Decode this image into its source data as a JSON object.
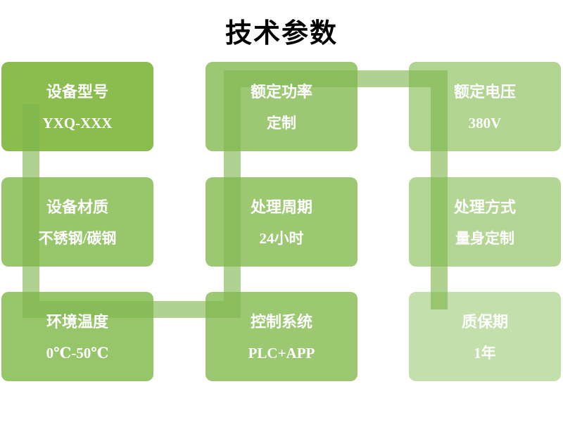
{
  "title": "技术参数",
  "connector": {
    "color": "rgba(127,182,77,0.62)"
  },
  "cards": [
    {
      "label": "设备型号",
      "value": "YXQ-XXX",
      "color": "#8abc4e"
    },
    {
      "label": "额定功率",
      "value": "定制",
      "color": "#9cc873"
    },
    {
      "label": "额定电压",
      "value": "380V",
      "color": "#b1d591"
    },
    {
      "label": "设备材质",
      "value": "不锈钢/碳钢",
      "color": "#98c66b"
    },
    {
      "label": "处理周期",
      "value": "24小时",
      "color": "#9bc871"
    },
    {
      "label": "处理方式",
      "value": "量身定制",
      "color": "#b3d694"
    },
    {
      "label": "环境温度",
      "value": "0℃-50℃",
      "color": "#97c569"
    },
    {
      "label": "控制系统",
      "value": "PLC+APP",
      "color": "#9bc871"
    },
    {
      "label": "质保期",
      "value": "1年",
      "color": "#c3dfab"
    }
  ]
}
